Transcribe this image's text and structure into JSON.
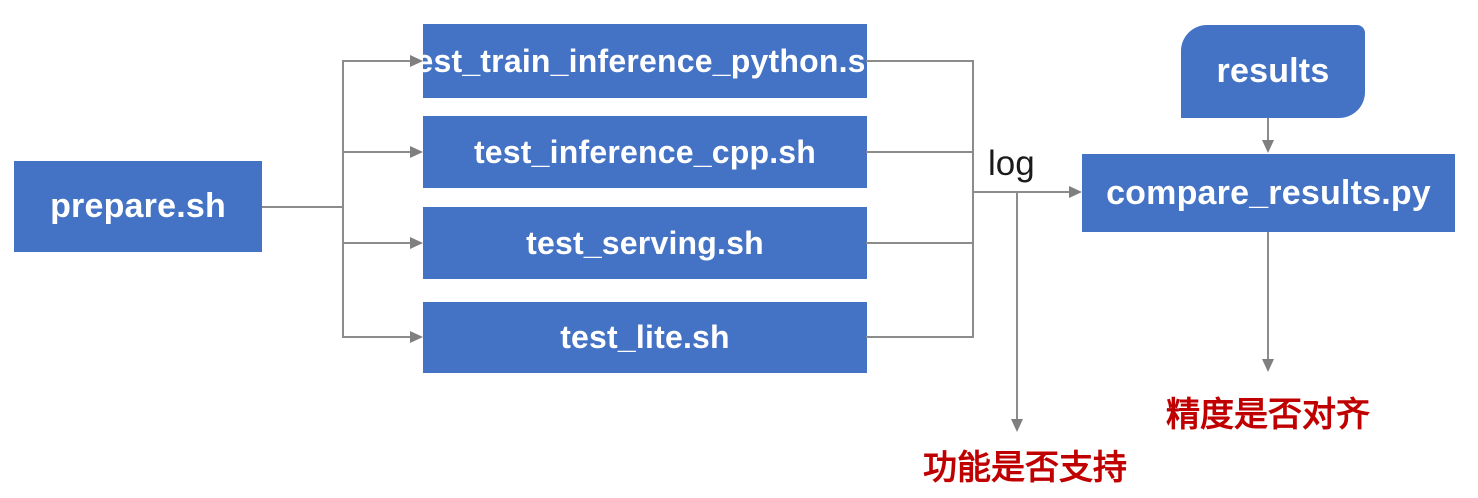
{
  "diagram": {
    "nodes": {
      "prepare_sh": "prepare.sh",
      "test_train_inference_python_sh": "test_train_inference_python.sh",
      "test_inference_cpp_sh": "test_inference_cpp.sh",
      "test_serving_sh": "test_serving.sh",
      "test_lite_sh": "test_lite.sh",
      "results": "results",
      "compare_results_py": "compare_results.py"
    },
    "edge_labels": {
      "log": "log"
    },
    "annotations": {
      "function_supported": "功能是否支持",
      "precision_aligned": "精度是否对齐"
    },
    "colors": {
      "node_fill": "#4472C4",
      "node_text": "#FFFFFF",
      "connector_line": "#8C8C8C",
      "arrowhead": "#7F7F7F",
      "annotation_red": "#C00000",
      "edge_label_text": "#1A1A1A"
    }
  }
}
